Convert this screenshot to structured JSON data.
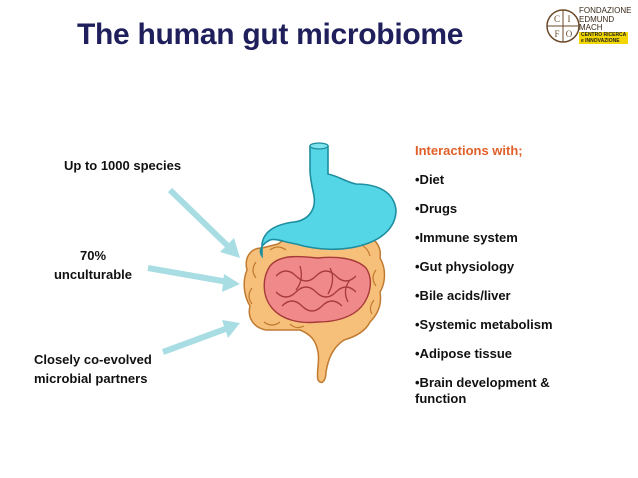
{
  "title": "The human gut microbiome",
  "logo": {
    "monogram": [
      "C",
      "I",
      "F",
      "O"
    ],
    "lines": [
      "FONDAZIONE",
      "EDMUND",
      "MACH"
    ],
    "sub": [
      "CENTRO RICERCA",
      "e INNOVAZIONE"
    ]
  },
  "left_labels": {
    "species": "Up to 1000 species",
    "unculturable_1": "70%",
    "unculturable_2": "unculturable",
    "partners_1": "Closely co-evolved",
    "partners_2": "microbial partners"
  },
  "interactions": {
    "heading": "Interactions with;",
    "items": [
      "•Diet",
      "•Drugs",
      "•Immune system",
      "•Gut physiology",
      "•Bile acids/liver",
      "•Systemic metabolism",
      "•Adipose tissue",
      "•Brain development &",
      "function"
    ]
  },
  "colors": {
    "title": "#1f1f5c",
    "heading": "#e0602a",
    "stomach": "#55d6e6",
    "colon": "#f7c07a",
    "small_intestine": "#f08a8a",
    "arrow": "#a8dde4"
  }
}
